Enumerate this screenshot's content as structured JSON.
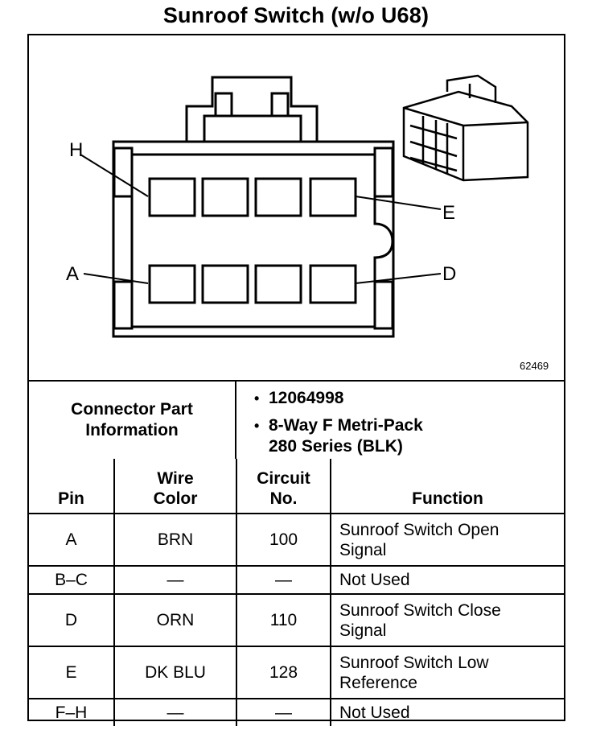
{
  "title": "Sunroof Switch (w/o U68)",
  "figure_number": "62469",
  "pin_labels": {
    "h": "H",
    "e": "E",
    "a": "A",
    "d": "D"
  },
  "connector_info": {
    "label_line1": "Connector Part",
    "label_line2": "Information",
    "bullet": "•",
    "part_number": "12064998",
    "description_line1": "8-Way F Metri-Pack",
    "description_line2": "280 Series (BLK)"
  },
  "table": {
    "headers": {
      "pin": "Pin",
      "wire_color_1": "Wire",
      "wire_color_2": "Color",
      "circuit_1": "Circuit",
      "circuit_2": "No.",
      "function": "Function"
    },
    "rows": [
      {
        "pin": "A",
        "wire_color": "BRN",
        "circuit": "100",
        "function_1": "Sunroof Switch Open",
        "function_2": "Signal"
      },
      {
        "pin": "B–C",
        "wire_color": "—",
        "circuit": "—",
        "function_1": "Not Used",
        "function_2": ""
      },
      {
        "pin": "D",
        "wire_color": "ORN",
        "circuit": "110",
        "function_1": "Sunroof Switch Close",
        "function_2": "Signal"
      },
      {
        "pin": "E",
        "wire_color": "DK BLU",
        "circuit": "128",
        "function_1": "Sunroof Switch Low",
        "function_2": "Reference"
      },
      {
        "pin": "F–H",
        "wire_color": "—",
        "circuit": "—",
        "function_1": "Not Used",
        "function_2": ""
      }
    ]
  }
}
